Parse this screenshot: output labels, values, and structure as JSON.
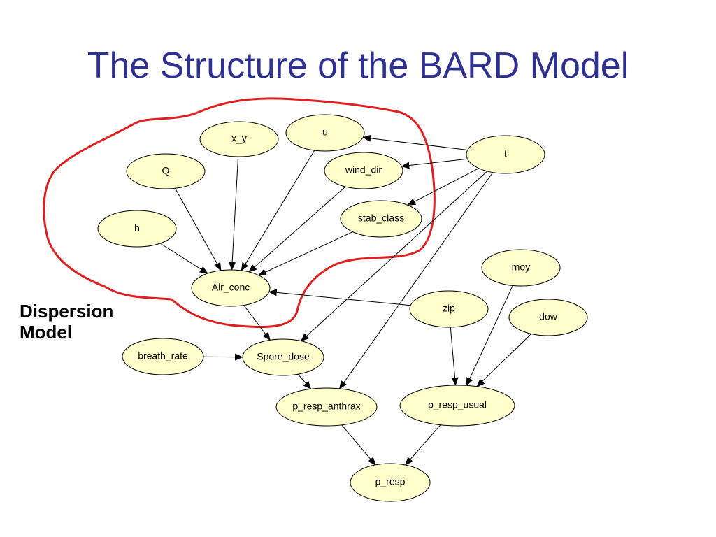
{
  "title": "The Structure of the BARD Model",
  "annotation": {
    "line1": "Dispersion",
    "line2": "Model"
  },
  "colors": {
    "title": "#2e3192",
    "node_fill": "#ffffcc",
    "node_stroke": "#000000",
    "edge": "#000000",
    "boundary": "#e02020"
  },
  "nodes": [
    {
      "id": "x_y",
      "label": "x_y"
    },
    {
      "id": "u",
      "label": "u"
    },
    {
      "id": "Q",
      "label": "Q"
    },
    {
      "id": "wind_dir",
      "label": "wind_dir"
    },
    {
      "id": "t",
      "label": "t"
    },
    {
      "id": "stab_class",
      "label": "stab_class"
    },
    {
      "id": "h",
      "label": "h"
    },
    {
      "id": "moy",
      "label": "moy"
    },
    {
      "id": "Air_conc",
      "label": "Air_conc"
    },
    {
      "id": "zip",
      "label": "zip"
    },
    {
      "id": "dow",
      "label": "dow"
    },
    {
      "id": "breath_rate",
      "label": "breath_rate"
    },
    {
      "id": "Spore_dose",
      "label": "Spore_dose"
    },
    {
      "id": "p_resp_anthrax",
      "label": "p_resp_anthrax"
    },
    {
      "id": "p_resp_usual",
      "label": "p_resp_usual"
    },
    {
      "id": "p_resp",
      "label": "p_resp"
    }
  ],
  "edges": [
    {
      "from": "t",
      "to": "u"
    },
    {
      "from": "t",
      "to": "wind_dir"
    },
    {
      "from": "t",
      "to": "stab_class"
    },
    {
      "from": "t",
      "to": "Spore_dose"
    },
    {
      "from": "t",
      "to": "p_resp_anthrax"
    },
    {
      "from": "x_y",
      "to": "Air_conc"
    },
    {
      "from": "u",
      "to": "Air_conc"
    },
    {
      "from": "Q",
      "to": "Air_conc"
    },
    {
      "from": "wind_dir",
      "to": "Air_conc"
    },
    {
      "from": "stab_class",
      "to": "Air_conc"
    },
    {
      "from": "h",
      "to": "Air_conc"
    },
    {
      "from": "zip",
      "to": "Air_conc"
    },
    {
      "from": "zip",
      "to": "p_resp_usual"
    },
    {
      "from": "moy",
      "to": "p_resp_usual"
    },
    {
      "from": "dow",
      "to": "p_resp_usual"
    },
    {
      "from": "Air_conc",
      "to": "Spore_dose"
    },
    {
      "from": "breath_rate",
      "to": "Spore_dose"
    },
    {
      "from": "Spore_dose",
      "to": "p_resp_anthrax"
    },
    {
      "from": "p_resp_anthrax",
      "to": "p_resp"
    },
    {
      "from": "p_resp_usual",
      "to": "p_resp"
    }
  ]
}
